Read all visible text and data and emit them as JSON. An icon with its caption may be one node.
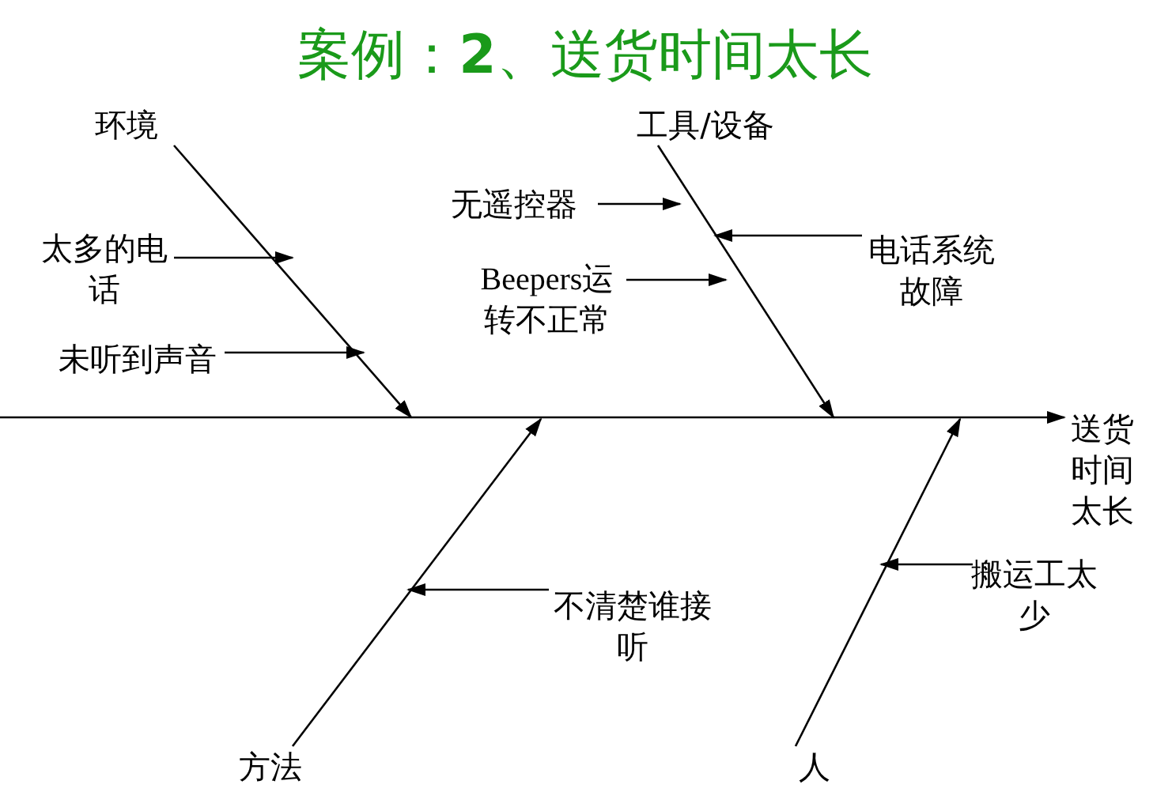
{
  "diagram": {
    "title": "案例：**2**、送货时间太长",
    "nodes": [
      {
        "text": [
          "环境"
        ]
      },
      {
        "text": [
          "工具/设备"
        ]
      },
      {
        "text": [
          "太多的电话"
        ]
      },
      {
        "text": [
          "未听到声音"
        ]
      },
      {
        "text": [
          "无遥控器"
        ]
      },
      {
        "text": [
          "Beepers运转不正常"
        ]
      },
      {
        "text": [
          "电话系统故障"
        ]
      },
      {
        "text": [
          "送货时间太长"
        ]
      },
      {
        "text": [
          "不清楚谁接听"
        ]
      },
      {
        "text": [
          "搬运工太少"
        ]
      },
      {
        "text": [
          "方法"
        ]
      },
      {
        "text": [
          "人"
        ]
      }
    ],
    "edges": [
      {
        "from": 0,
        "to": null,
        "arrow": "to"
      },
      {
        "from": 1,
        "to": null,
        "arrow": "to"
      },
      {
        "from": 10,
        "to": null,
        "arrow": "to"
      },
      {
        "from": 11,
        "to": null,
        "arrow": "to"
      },
      {
        "from": null,
        "to": 7,
        "arrow": "to"
      },
      {
        "from": 2,
        "to": null,
        "arrow": "to"
      },
      {
        "from": 3,
        "to": null,
        "arrow": "to"
      },
      {
        "from": 4,
        "to": null,
        "arrow": "to"
      },
      {
        "from": 5,
        "to": null,
        "arrow": "to"
      },
      {
        "from": 6,
        "to": null,
        "arrow": "to"
      },
      {
        "from": 8,
        "to": null,
        "arrow": "to"
      },
      {
        "from": 9,
        "to": null,
        "arrow": "to"
      }
    ]
  }
}
